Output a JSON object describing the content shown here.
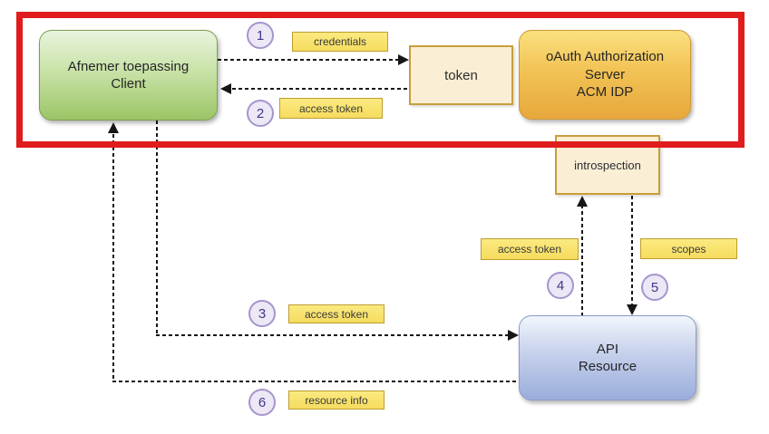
{
  "diagram": {
    "nodes": {
      "client": {
        "line1": "Afnemer toepassing",
        "line2": "Client"
      },
      "token": {
        "label": "token"
      },
      "auth_server": {
        "line1": "oAuth Authorization",
        "line2": "Server",
        "line3": "ACM IDP"
      },
      "introspection": {
        "label": "introspection"
      },
      "api_resource": {
        "line1": "API",
        "line2": "Resource"
      }
    },
    "steps": [
      {
        "number": "1",
        "label": "credentials"
      },
      {
        "number": "2",
        "label": "access token"
      },
      {
        "number": "3",
        "label": "access token"
      },
      {
        "number": "4",
        "label": "access token"
      },
      {
        "number": "5",
        "label": "scopes"
      },
      {
        "number": "6",
        "label": "resource info"
      }
    ],
    "colors": {
      "red_frame": "#E01C1C",
      "client_green": "#9CC566",
      "server_orange": "#E7A73C",
      "resource_blue": "#9AADDB",
      "cream_box": "#FAEED5",
      "tag_yellow": "#F6DC5F",
      "tag_border": "#BD9D2F",
      "step_fill": "#EDE7F6",
      "step_border": "#A595CD",
      "step_text": "#463585",
      "line_black": "#161616"
    }
  }
}
